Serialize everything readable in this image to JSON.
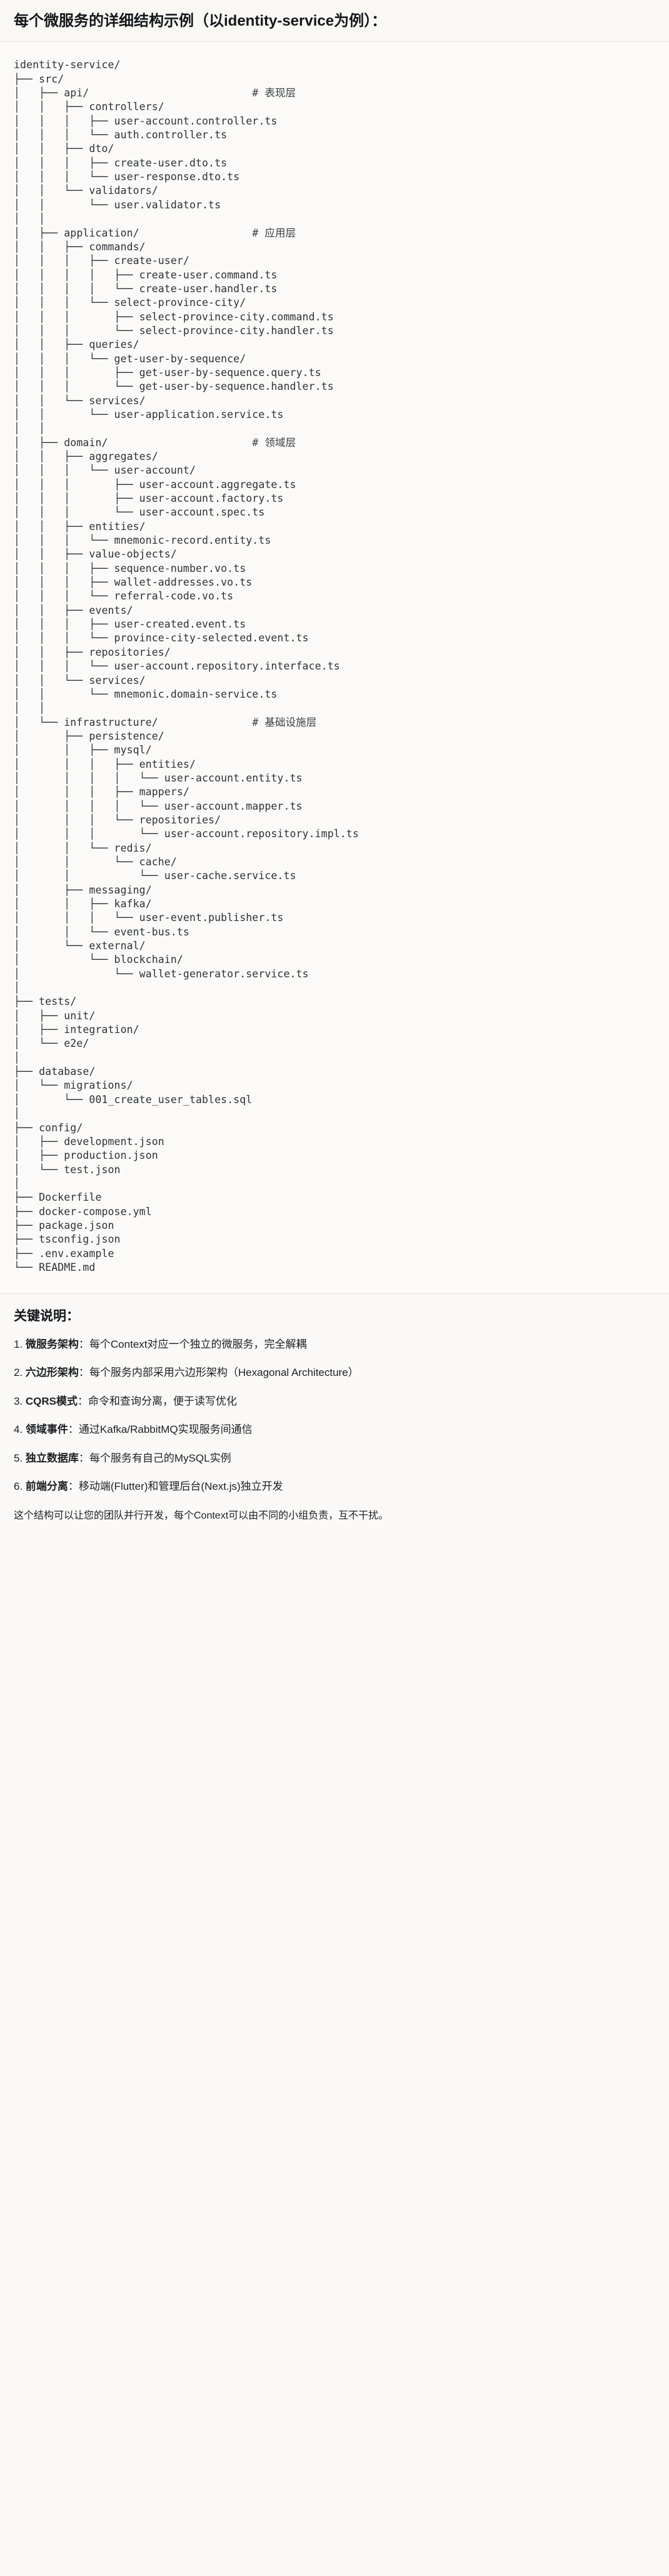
{
  "heading": {
    "title": "每个微服务的详细结构示例（以identity-service为例）："
  },
  "tree": {
    "root": "identity-service/",
    "lines": [
      "identity-service/",
      "├── src/",
      "│   ├── api/                          # 表现层",
      "│   │   ├── controllers/",
      "│   │   │   ├── user-account.controller.ts",
      "│   │   │   └── auth.controller.ts",
      "│   │   ├── dto/",
      "│   │   │   ├── create-user.dto.ts",
      "│   │   │   └── user-response.dto.ts",
      "│   │   └── validators/",
      "│   │       └── user.validator.ts",
      "│   │",
      "│   ├── application/                  # 应用层",
      "│   │   ├── commands/",
      "│   │   │   ├── create-user/",
      "│   │   │   │   ├── create-user.command.ts",
      "│   │   │   │   └── create-user.handler.ts",
      "│   │   │   └── select-province-city/",
      "│   │   │       ├── select-province-city.command.ts",
      "│   │   │       └── select-province-city.handler.ts",
      "│   │   ├── queries/",
      "│   │   │   └── get-user-by-sequence/",
      "│   │   │       ├── get-user-by-sequence.query.ts",
      "│   │   │       └── get-user-by-sequence.handler.ts",
      "│   │   └── services/",
      "│   │       └── user-application.service.ts",
      "│   │",
      "│   ├── domain/                       # 领域层",
      "│   │   ├── aggregates/",
      "│   │   │   └── user-account/",
      "│   │   │       ├── user-account.aggregate.ts",
      "│   │   │       ├── user-account.factory.ts",
      "│   │   │       └── user-account.spec.ts",
      "│   │   ├── entities/",
      "│   │   │   └── mnemonic-record.entity.ts",
      "│   │   ├── value-objects/",
      "│   │   │   ├── sequence-number.vo.ts",
      "│   │   │   ├── wallet-addresses.vo.ts",
      "│   │   │   └── referral-code.vo.ts",
      "│   │   ├── events/",
      "│   │   │   ├── user-created.event.ts",
      "│   │   │   └── province-city-selected.event.ts",
      "│   │   ├── repositories/",
      "│   │   │   └── user-account.repository.interface.ts",
      "│   │   └── services/",
      "│   │       └── mnemonic.domain-service.ts",
      "│   │",
      "│   └── infrastructure/               # 基础设施层",
      "│       ├── persistence/",
      "│       │   ├── mysql/",
      "│       │   │   ├── entities/",
      "│       │   │   │   └── user-account.entity.ts",
      "│       │   │   ├── mappers/",
      "│       │   │   │   └── user-account.mapper.ts",
      "│       │   │   └── repositories/",
      "│       │   │       └── user-account.repository.impl.ts",
      "│       │   └── redis/",
      "│       │       └── cache/",
      "│       │           └── user-cache.service.ts",
      "│       ├── messaging/",
      "│       │   ├── kafka/",
      "│       │   │   └── user-event.publisher.ts",
      "│       │   └── event-bus.ts",
      "│       └── external/",
      "│           └── blockchain/",
      "│               └── wallet-generator.service.ts",
      "│",
      "├── tests/",
      "│   ├── unit/",
      "│   ├── integration/",
      "│   └── e2e/",
      "│",
      "├── database/",
      "│   └── migrations/",
      "│       └── 001_create_user_tables.sql",
      "│",
      "├── config/",
      "│   ├── development.json",
      "│   ├── production.json",
      "│   └── test.json",
      "│",
      "├── Dockerfile",
      "├── docker-compose.yml",
      "├── package.json",
      "├── tsconfig.json",
      "├── .env.example",
      "└── README.md"
    ],
    "comments": [
      {
        "label": "# 表现层",
        "target": "api/"
      },
      {
        "label": "# 应用层",
        "target": "application/"
      },
      {
        "label": "# 领域层",
        "target": "domain/"
      },
      {
        "label": "# 基础设施层",
        "target": "infrastructure/"
      }
    ]
  },
  "notes": {
    "title": "关键说明：",
    "items": [
      {
        "num": "1. ",
        "name": "微服务架构",
        "sep": "：",
        "body": "每个Context对应一个独立的微服务，完全解耦"
      },
      {
        "num": "2. ",
        "name": "六边形架构",
        "sep": "：",
        "body": "每个服务内部采用六边形架构（Hexagonal Architecture）"
      },
      {
        "num": "3. ",
        "name": "CQRS模式",
        "sep": "：",
        "body": "命令和查询分离，便于读写优化"
      },
      {
        "num": "4. ",
        "name": "领域事件",
        "sep": "：",
        "body": "通过Kafka/RabbitMQ实现服务间通信"
      },
      {
        "num": "5. ",
        "name": "独立数据库",
        "sep": "：",
        "body": "每个服务有自己的MySQL实例"
      },
      {
        "num": "6. ",
        "name": "前端分离",
        "sep": "：",
        "body": "移动端(Flutter)和管理后台(Next.js)独立开发"
      }
    ],
    "closing": "这个结构可以让您的团队并行开发，每个Context可以由不同的小组负责，互不干扰。"
  },
  "colors": {
    "background": "#faf9f7",
    "tree_text": "#2c3136",
    "heading_text": "#14161a",
    "divider": "#e3e1dd"
  }
}
